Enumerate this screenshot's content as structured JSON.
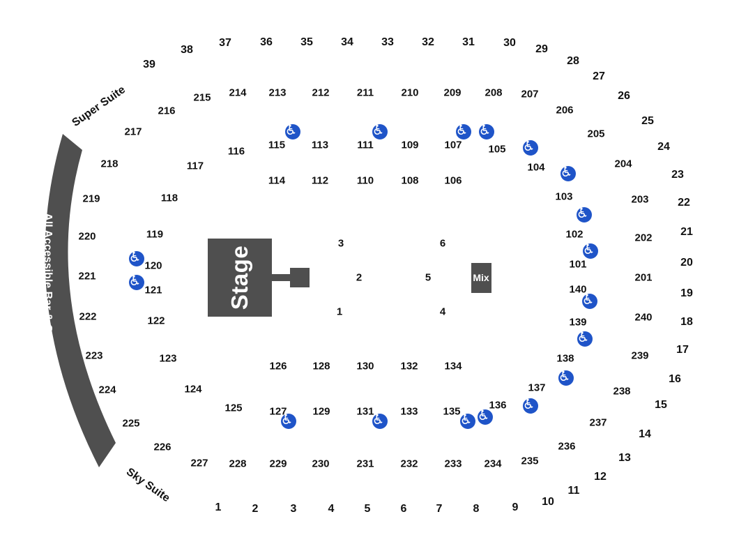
{
  "labels": {
    "stage": "Stage",
    "mix": "Mix",
    "bar": "All Accessible Bar & Grill",
    "super_suite": "Super Suite",
    "sky_suite": "Sky Suite"
  },
  "colors": {
    "dark_gray": "#4f4f4f",
    "accessible_blue": "#1f54c8",
    "text": "#111111"
  },
  "icons": {
    "accessible": "wheelchair-icon"
  },
  "floor_sections": [
    "1",
    "2",
    "3",
    "4",
    "5",
    "6"
  ],
  "lower_sections": [
    "101",
    "102",
    "103",
    "104",
    "105",
    "106",
    "107",
    "108",
    "109",
    "110",
    "111",
    "112",
    "113",
    "114",
    "115",
    "116",
    "117",
    "118",
    "119",
    "120",
    "121",
    "122",
    "123",
    "124",
    "125",
    "126",
    "127",
    "128",
    "129",
    "130",
    "131",
    "132",
    "133",
    "134",
    "135",
    "136",
    "137",
    "138",
    "139",
    "140"
  ],
  "mid_sections": [
    "201",
    "202",
    "203",
    "204",
    "205",
    "206",
    "207",
    "208",
    "209",
    "210",
    "211",
    "212",
    "213",
    "214",
    "215",
    "216",
    "217",
    "218",
    "219",
    "220",
    "221",
    "222",
    "223",
    "224",
    "225",
    "226",
    "227",
    "228",
    "229",
    "230",
    "231",
    "232",
    "233",
    "234",
    "235",
    "236",
    "237",
    "238",
    "239",
    "240"
  ],
  "upper_sections": [
    "1",
    "2",
    "3",
    "4",
    "5",
    "6",
    "7",
    "8",
    "9",
    "10",
    "11",
    "12",
    "13",
    "14",
    "15",
    "16",
    "17",
    "18",
    "19",
    "20",
    "21",
    "22",
    "23",
    "24",
    "25",
    "26",
    "27",
    "28",
    "29",
    "30",
    "31",
    "32",
    "33",
    "34",
    "35",
    "36",
    "37",
    "38",
    "39"
  ]
}
